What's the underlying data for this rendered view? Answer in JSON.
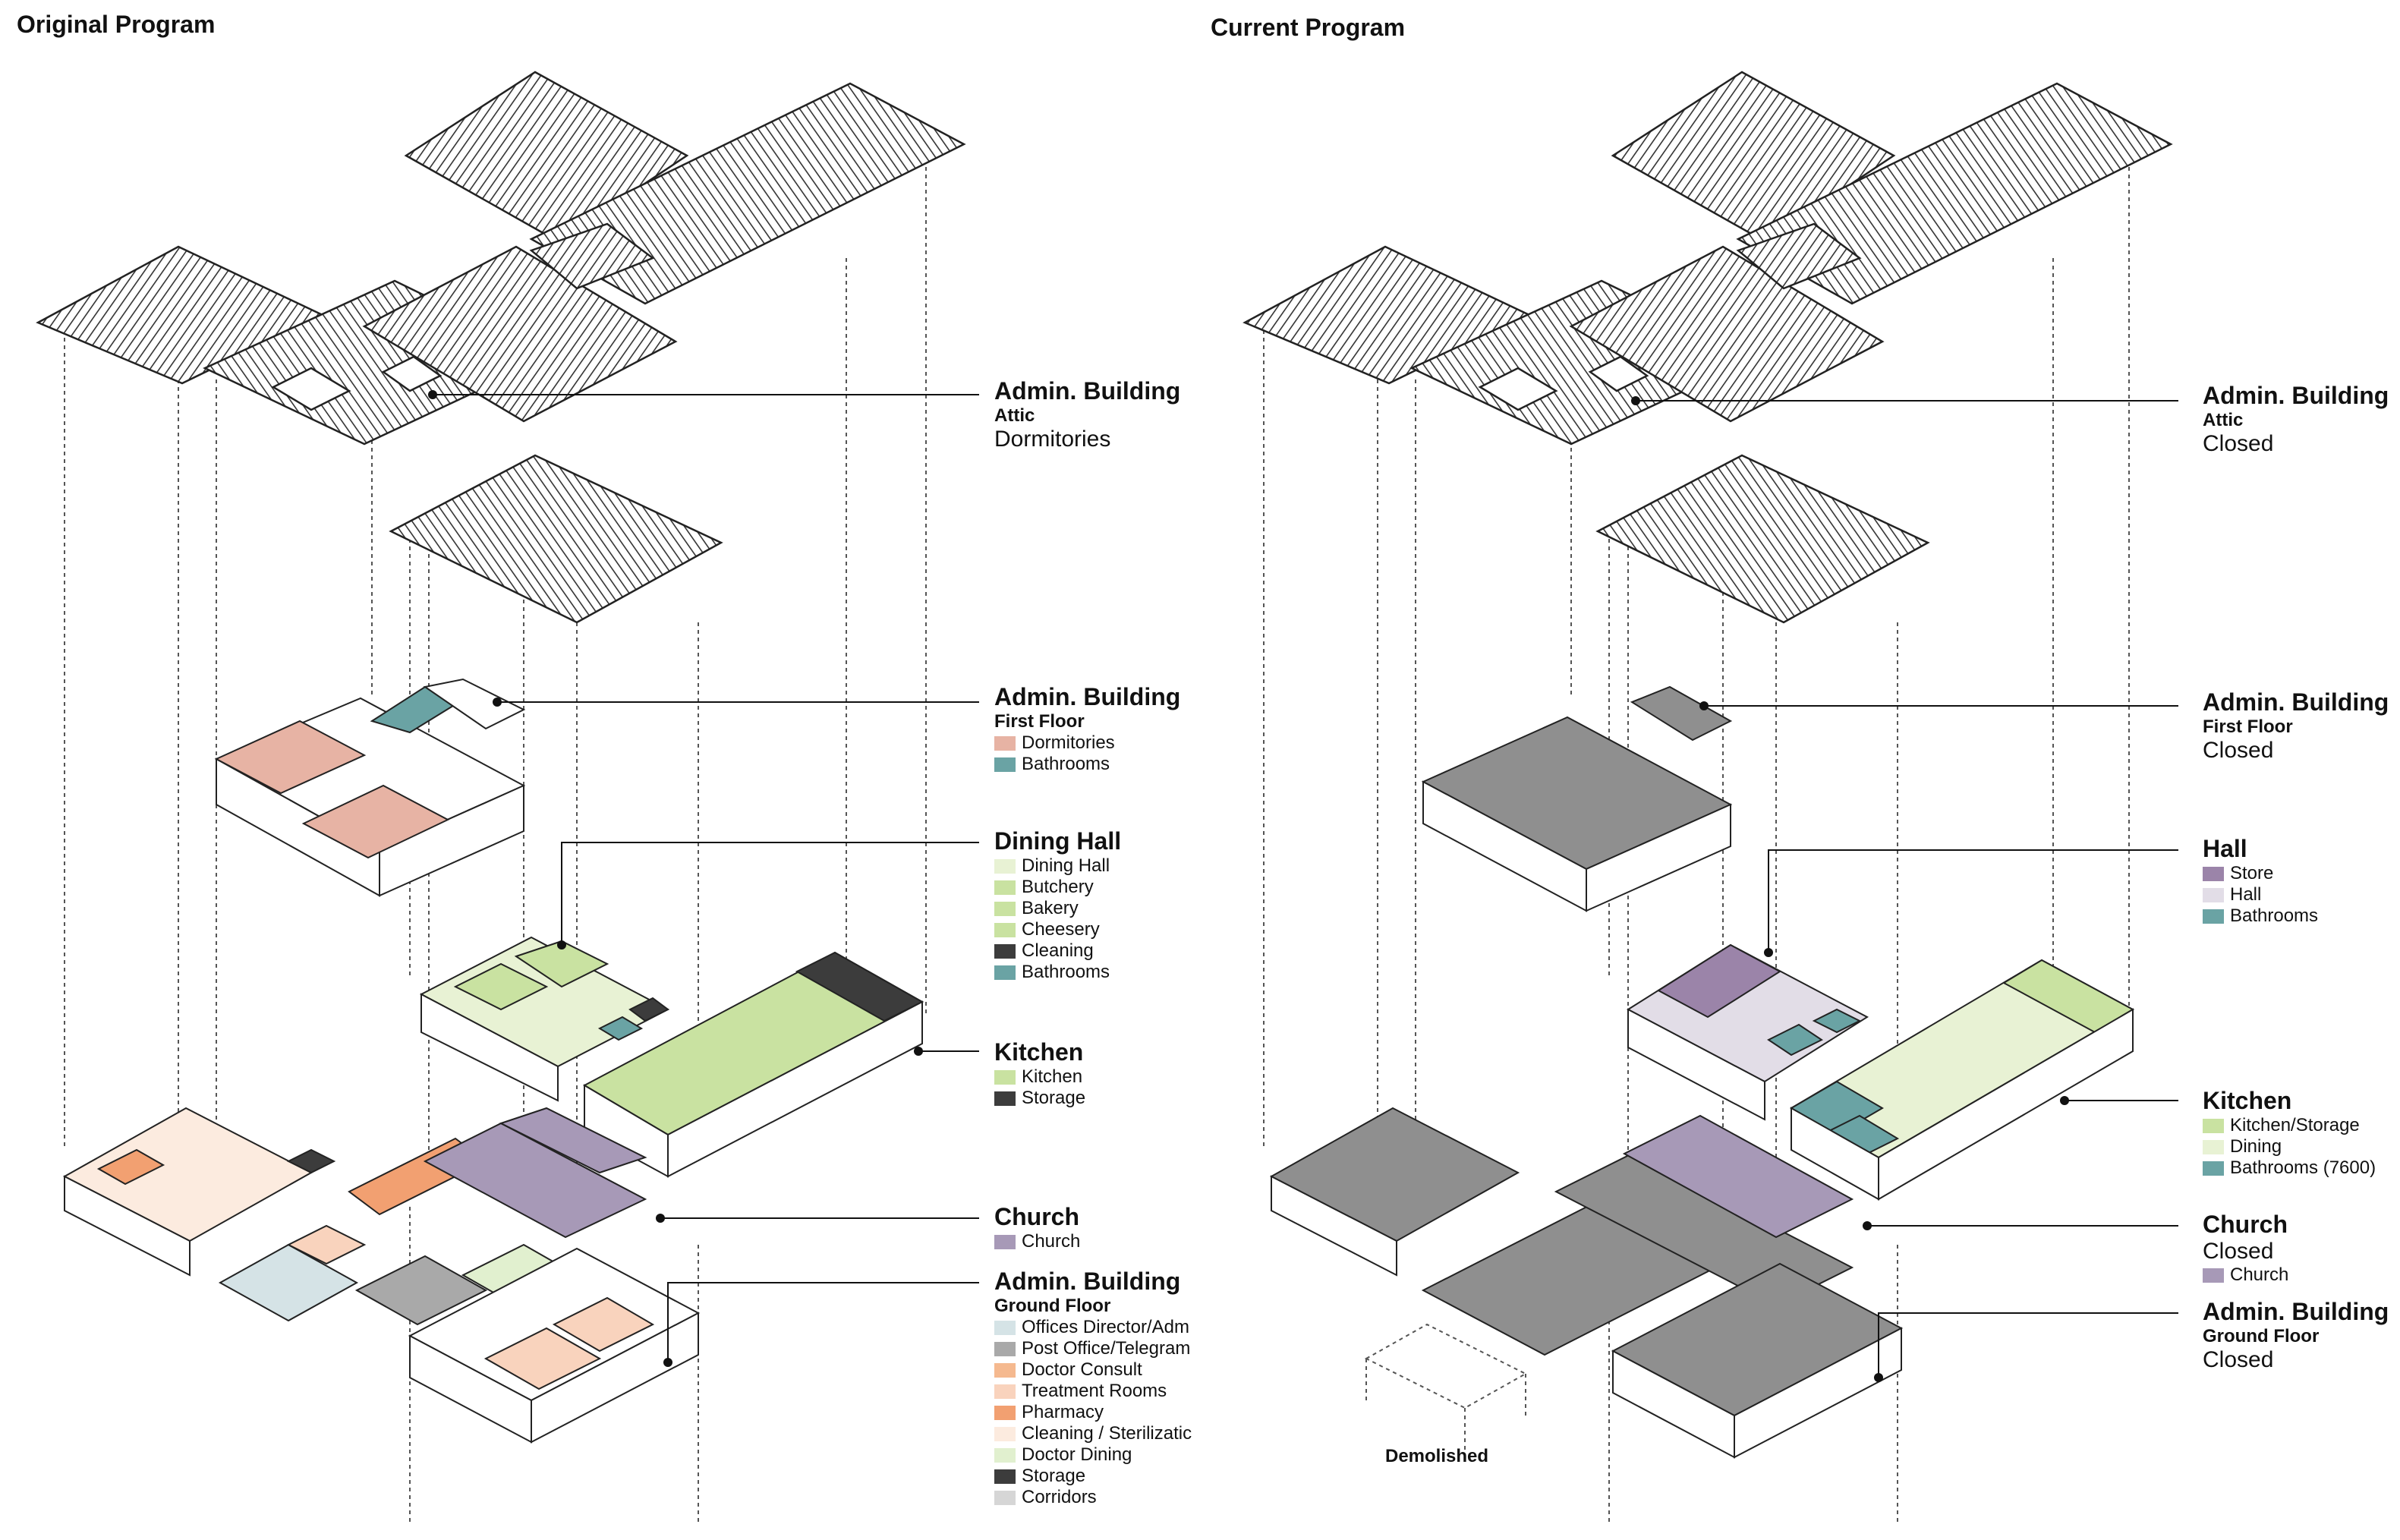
{
  "panels": {
    "left_title": "Original Program",
    "right_title": "Current Program"
  },
  "left": {
    "attic": {
      "title": "Admin. Building",
      "sub": "Attic",
      "status": "Dormitories"
    },
    "first": {
      "title": "Admin. Building",
      "sub": "First Floor",
      "items": [
        {
          "label": "Dormitories",
          "color": "#e7b3a4"
        },
        {
          "label": "Bathrooms",
          "color": "#6aa3a4"
        }
      ]
    },
    "dining": {
      "title": "Dining Hall",
      "items": [
        {
          "label": "Dining Hall",
          "color": "#e8f2d4"
        },
        {
          "label": "Butchery",
          "color": "#c9e2a1"
        },
        {
          "label": "Bakery",
          "color": "#c9e2a1"
        },
        {
          "label": "Cheesery",
          "color": "#c9e2a1"
        },
        {
          "label": "Cleaning",
          "color": "#3c3c3c"
        },
        {
          "label": "Bathrooms",
          "color": "#6aa3a4"
        }
      ]
    },
    "kitchen": {
      "title": "Kitchen",
      "items": [
        {
          "label": "Kitchen",
          "color": "#c9e2a1"
        },
        {
          "label": "Storage",
          "color": "#3c3c3c"
        }
      ]
    },
    "church": {
      "title": "Church",
      "items": [
        {
          "label": "Church",
          "color": "#a799b7"
        }
      ]
    },
    "ground": {
      "title": "Admin. Building",
      "sub": "Ground Floor",
      "items": [
        {
          "label": "Offices Director/Adm",
          "color": "#d5e3e6"
        },
        {
          "label": "Post Office/Telegram",
          "color": "#a9a9a9"
        },
        {
          "label": "Doctor Consult",
          "color": "#f5b98f"
        },
        {
          "label": "Treatment Rooms",
          "color": "#f9d3bd"
        },
        {
          "label": "Pharmacy",
          "color": "#f2a071"
        },
        {
          "label": "Cleaning / Sterilizatic",
          "color": "#fcebdf"
        },
        {
          "label": "Doctor Dining",
          "color": "#e1f0cf"
        },
        {
          "label": "Storage",
          "color": "#3c3c3c"
        },
        {
          "label": "Corridors",
          "color": "#d6d6d6"
        }
      ]
    }
  },
  "right": {
    "attic": {
      "title": "Admin. Building",
      "sub": "Attic",
      "status": "Closed"
    },
    "first": {
      "title": "Admin. Building",
      "sub": "First Floor",
      "status": "Closed"
    },
    "hall": {
      "title": "Hall",
      "items": [
        {
          "label": "Store",
          "color": "#9b84a9"
        },
        {
          "label": "Hall",
          "color": "#e2dde7"
        },
        {
          "label": "Bathrooms",
          "color": "#6aa3a4"
        }
      ]
    },
    "kitchen": {
      "title": "Kitchen",
      "items": [
        {
          "label": "Kitchen/Storage",
          "color": "#c9e2a1"
        },
        {
          "label": "Dining",
          "color": "#e8f2d4"
        },
        {
          "label": "Bathrooms (7600)",
          "color": "#6aa3a4"
        }
      ]
    },
    "church": {
      "title": "Church",
      "status": "Closed",
      "items": [
        {
          "label": "Church",
          "color": "#a799b7"
        }
      ]
    },
    "ground": {
      "title": "Admin. Building",
      "sub": "Ground Floor",
      "status": "Closed"
    },
    "demolished": "Demolished"
  }
}
